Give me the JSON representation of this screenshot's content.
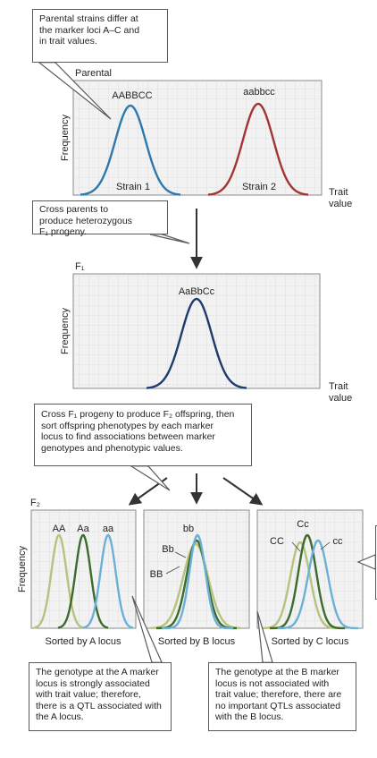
{
  "colors": {
    "strain1": "#2e78b0",
    "strain2": "#a33434",
    "f1": "#1f3a6e",
    "light_green": "#b4c47c",
    "dark_green": "#3d6a2e",
    "light_blue": "#6bb0d8",
    "grid": "#cfcfcf",
    "panel_bg": "#f2f2f2",
    "arrow": "#333333"
  },
  "callouts": {
    "parental": [
      "Parental strains differ at",
      "the marker loci A–C and",
      "in trait values."
    ],
    "cross_f1": [
      "Cross parents to",
      "produce heterozygous",
      "F₁ progeny."
    ],
    "cross_f2": [
      "Cross F₁ progeny to produce F₂ offspring, then",
      "sort offspring phenotypes by each marker",
      "locus to find associations between marker",
      "genotypes and phenotypic values."
    ],
    "a_locus": [
      "The genotype at the A marker",
      "locus is strongly associated",
      "with trait value; therefore,",
      "there is a QTL associated with",
      "the A locus."
    ],
    "b_locus": [
      "The genotype at the B marker",
      "locus is not associated with",
      "trait value; therefore, there are",
      "no important QTLs associated",
      "with the B locus."
    ]
  },
  "panels": {
    "parental": {
      "title": "Parental",
      "ylabel": "Frequency",
      "xlabel": [
        "Trait",
        "value"
      ],
      "genotypes": [
        "AABBCC",
        "aabbcc"
      ],
      "strains": [
        "Strain 1",
        "Strain 2"
      ]
    },
    "f1": {
      "title": "F₁",
      "ylabel": "Frequency",
      "xlabel": [
        "Trait",
        "value"
      ],
      "genotype": "AaBbCc"
    },
    "f2": {
      "title": "F₂",
      "ylabel": "Frequency",
      "sub": [
        {
          "caption": "Sorted by A locus",
          "labels": [
            "AA",
            "Aa",
            "aa"
          ]
        },
        {
          "caption": "Sorted by B locus",
          "labels": [
            "bb",
            "Bb",
            "BB"
          ]
        },
        {
          "caption": "Sorted by C locus",
          "labels": [
            "Cc",
            "CC",
            "cc"
          ]
        }
      ]
    }
  }
}
